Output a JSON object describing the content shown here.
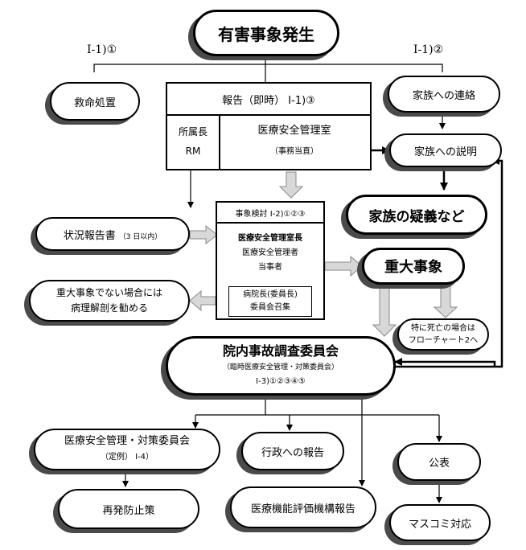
{
  "nodes": {
    "occurrence": "有害事象発生",
    "rescue": "救命処置",
    "family_contact": "家族への連絡",
    "report_header": "報告（即時） Ⅰ-1)③",
    "head_line1": "所属長",
    "head_line2": "RM",
    "office_title": "医療安全管理室",
    "office_sub": "（事務当直）",
    "family_explain": "家族への説明",
    "family_doubt": "家族の疑義など",
    "status_report": "状況報告書",
    "status_report_note": "（3 日以内）",
    "review_header": "事象検討 Ⅰ-2)①②③",
    "review_line1": "医療安全管理室長",
    "review_line2": "医療安全管理者",
    "review_line3": "当事者",
    "review_line4": "病院長(委員長)",
    "review_line5": "委員会召集",
    "not_serious_line1": "重大事象でない場合には",
    "not_serious_line2": "病理解剖を勧める",
    "serious": "重大事象",
    "death_line1": "特に死亡の場合は",
    "death_line2": "フローチャート2へ",
    "committee_title": "院内事故調査委員会",
    "committee_sub": "（臨時医療安全管理・対策委員会）",
    "committee_ref": "Ⅰ-3)①②③④⑤",
    "safety_committee_line1": "医療安全管理・対策委員会",
    "safety_committee_line2": "（定例） Ⅰ-4）",
    "gov_report": "行政への報告",
    "publish": "公表",
    "prevention": "再発防止策",
    "evaluation_report": "医療機能評価機構報告",
    "media": "マスコミ対応"
  },
  "labels": {
    "left_ref": "Ⅰ-1)①",
    "right_ref": "Ⅰ-1)②"
  }
}
